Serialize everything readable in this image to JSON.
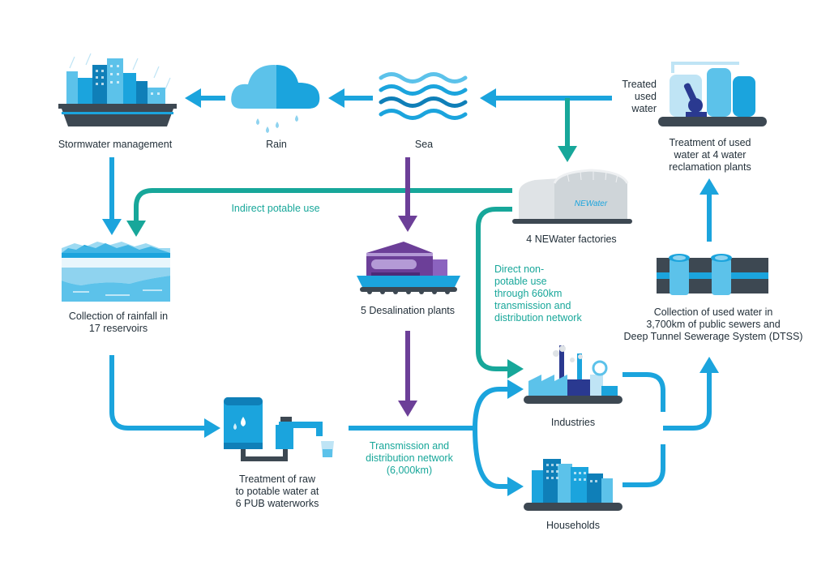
{
  "nodes": {
    "stormwater": "Stormwater management",
    "rain": "Rain",
    "sea": "Sea",
    "treated_used_water": "Treated\nused\nwater",
    "reclamation": "Treatment of used\nwater at 4 water\nreclamation plants",
    "newater": "4 NEWater factories",
    "newater_sign": "NEWater",
    "reservoirs": "Collection of rainfall in\n17 reservoirs",
    "desalination": "5 Desalination plants",
    "used_water": "Collection of used water in\n3,700km of public sewers and\nDeep Tunnel Sewerage System (DTSS)",
    "industries": "Industries",
    "households": "Households",
    "waterworks": "Treatment of raw\nto potable water at\n6 PUB waterworks"
  },
  "flows": {
    "indirect_potable": "Indirect potable use",
    "direct_non_potable": "Direct non-\npotable use\nthrough 660km\ntransmission and\ndistribution network",
    "transmission": "Transmission and\ndistribution network\n(6,000km)"
  },
  "colors": {
    "blue": "#1ba4dd",
    "teal": "#17a79a",
    "purple": "#6c3f98",
    "dark": "#3d4852",
    "light_blue": "#5cc2ea",
    "pale_blue": "#bfe4f5"
  }
}
